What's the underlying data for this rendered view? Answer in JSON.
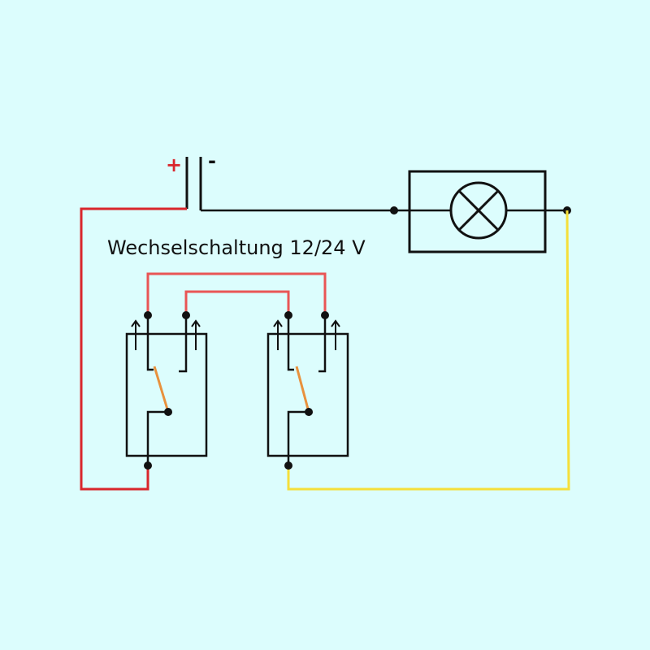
{
  "diagram": {
    "title": "Wechselschaltung 12/24 V",
    "battery": {
      "plus_label": "+",
      "minus_label": "-"
    },
    "components": [
      "battery",
      "lamp",
      "switch-1",
      "switch-2"
    ]
  },
  "colors": {
    "background": "#dcfdfd",
    "positive_wire": "#d9262c",
    "traveler_wire": "#e95555",
    "return_wire": "#f5df3a",
    "conductor": "#111111",
    "switch_lever": "#e8913d"
  }
}
